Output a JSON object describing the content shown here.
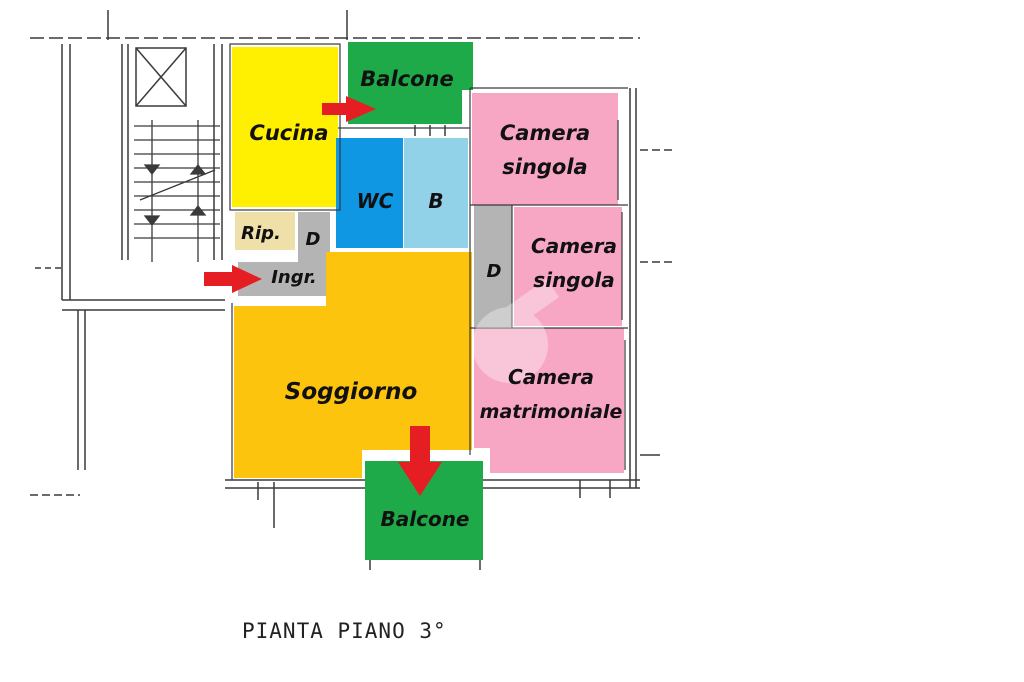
{
  "colors": {
    "kitchen": "#ffef00",
    "balcony": "#1eaa48",
    "wc": "#0f97e4",
    "bath": "#92d2e8",
    "bedroom": "#f7a7c4",
    "living": "#fcc40c",
    "corridor": "#b4b4b4",
    "storage": "#efe0aa",
    "arrow": "#e41e22",
    "lines": "#3a3a3a"
  },
  "rooms": {
    "balcone_top": "Balcone",
    "cucina": "Cucina",
    "camera_singola_1_line1": "Camera",
    "camera_singola_1_line2": "singola",
    "wc": "WC",
    "bagno": "B",
    "ripostiglio": "Rip.",
    "disimpegno_1": "D",
    "ingresso": "Ingr.",
    "disimpegno_2": "D",
    "camera_singola_2_line1": "Camera",
    "camera_singola_2_line2": "singola",
    "soggiorno": "Soggiorno",
    "camera_matrimoniale_line1": "Camera",
    "camera_matrimoniale_line2": "matrimoniale",
    "balcone_bottom": "Balcone"
  },
  "caption": "PIANTA PIANO 3°"
}
